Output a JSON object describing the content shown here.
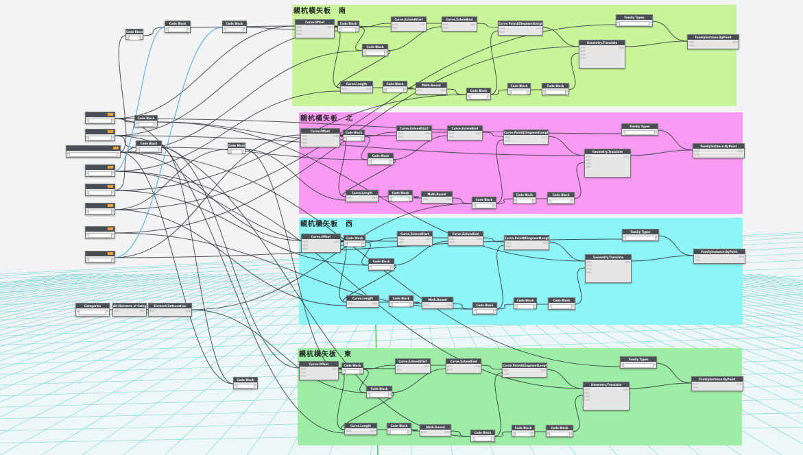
{
  "groups": [
    {
      "id": "south",
      "title": "親杭横矢板　南",
      "color": "#c8f59a"
    },
    {
      "id": "north",
      "title": "親杭横矢板　北",
      "color": "#fb9af2"
    },
    {
      "id": "west",
      "title": "親杭横矢板　西",
      "color": "#8ef5f6"
    },
    {
      "id": "east",
      "title": "親杭横矢板　東",
      "color": "#9deda7"
    }
  ],
  "group_nodes": [
    {
      "name": "Curve.Offset",
      "kind": "curve-offset"
    },
    {
      "name": "Code Block",
      "kind": "code-block"
    },
    {
      "name": "Curve.ExtendStart",
      "kind": "curve-extend-start"
    },
    {
      "name": "Curve.ExtendEnd",
      "kind": "curve-extend-end"
    },
    {
      "name": "Curve.PointAtSegmentLength",
      "kind": "curve-point-at-segment-length"
    },
    {
      "name": "Family Types",
      "kind": "family-types"
    },
    {
      "name": "Geometry.Translate",
      "kind": "geometry-translate"
    },
    {
      "name": "FamilyInstance.ByPoint",
      "kind": "family-instance-by-point"
    },
    {
      "name": "Curve.Length",
      "kind": "curve-length"
    },
    {
      "name": "Math.Round",
      "kind": "math-round"
    }
  ],
  "left_nodes": [
    {
      "name": "Code Block",
      "kind": "code-block"
    },
    {
      "name": "Code Block",
      "kind": "code-block"
    },
    {
      "name": "Code Block",
      "kind": "code-block"
    },
    {
      "name": "Categories",
      "kind": "categories"
    },
    {
      "name": "All Elements of Category",
      "kind": "all-elements-of-category"
    },
    {
      "name": "Element.GetLocation",
      "kind": "element-get-location"
    }
  ],
  "colors": {
    "grid_line": "#7fd6d6",
    "grid_bg": "#eef7f7",
    "wire": "#2f3338",
    "wire_highlight": "#4aa8e0",
    "axis_green": "#46c24e",
    "node_header": "#4a4f55",
    "input_badge": "#e9a23b"
  }
}
